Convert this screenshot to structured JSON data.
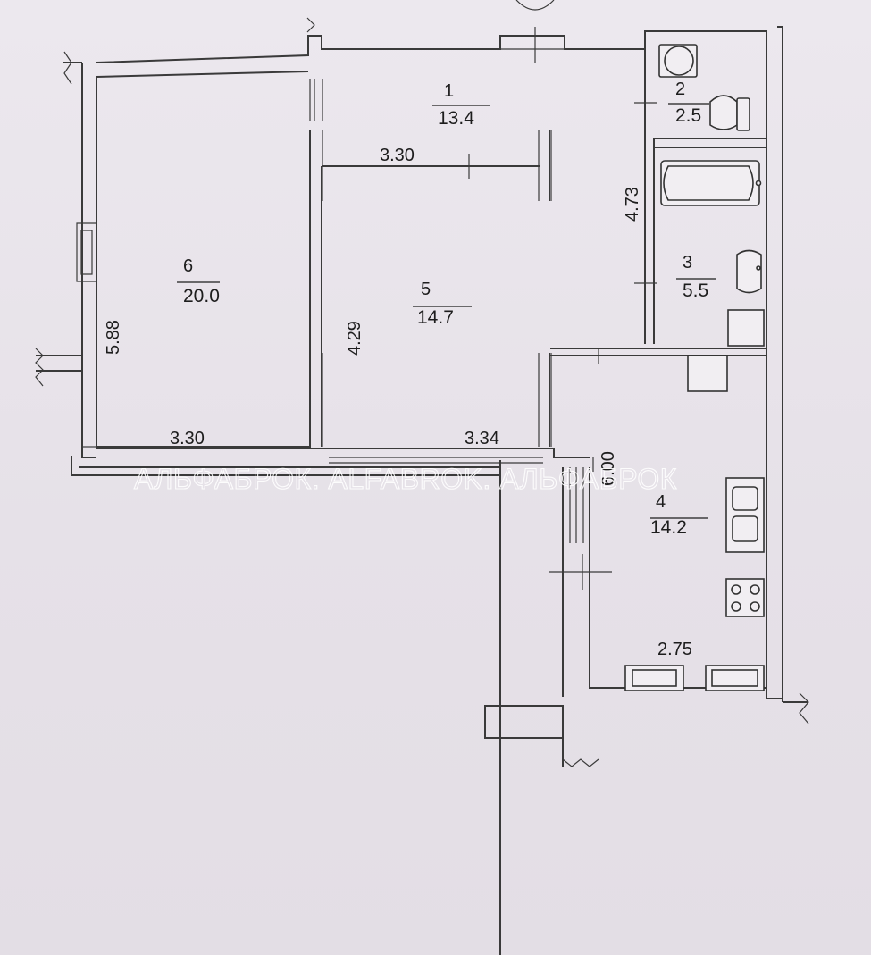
{
  "rooms": [
    {
      "id": "1",
      "number": "1",
      "area": "13.4"
    },
    {
      "id": "2",
      "number": "2",
      "area": "2.5"
    },
    {
      "id": "3",
      "number": "3",
      "area": "5.5"
    },
    {
      "id": "4",
      "number": "4",
      "area": "14.2"
    },
    {
      "id": "5",
      "number": "5",
      "area": "14.7"
    },
    {
      "id": "6",
      "number": "6",
      "area": "20.0"
    }
  ],
  "dimensions": {
    "room1_width": "3.30",
    "right_zone_height": "4.73",
    "room5_height": "4.29",
    "room6_height": "5.88",
    "room6_width": "3.30",
    "room5_width": "3.34",
    "kitchen_length": "6.00",
    "kitchen_width": "2.75"
  },
  "watermark": {
    "text": "АЛЬФАБРОК. ALFABROK. АЛЬФАБРОК"
  }
}
